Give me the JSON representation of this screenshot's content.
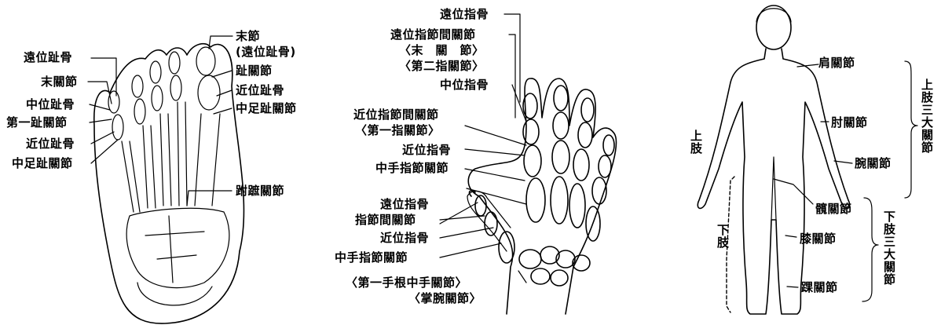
{
  "foot": {
    "labels": {
      "distal_phalanx": "遠位趾骨",
      "end_joint": "末關節",
      "middle_phalanx": "中位趾骨",
      "first_toe_joint": "第一趾關節",
      "proximal_phalanx": "近位趾骨",
      "mtp_joint_left": "中足趾關節",
      "end_segment": "末節",
      "end_segment_paren": "(遠位趾骨)",
      "toe_joint": "趾關節",
      "proximal_phalanx_right": "近位趾骨",
      "mtp_joint_right": "中足趾關節",
      "tmt_joint": "跗蹠關節"
    }
  },
  "hand": {
    "labels": {
      "distal_phalanx_top": "遠位指骨",
      "dip_joint": "遠位指節間關節",
      "dip_paren_1": "〈末　關　節〉",
      "dip_paren_2": "〈第二指關節〉",
      "middle_phalanx": "中位指骨",
      "pip_joint": "近位指節間關節",
      "pip_paren": "〈第一指關節〉",
      "proximal_phalanx": "近位指骨",
      "mcp_joint": "中手指節關節",
      "thumb_distal": "遠位指骨",
      "thumb_ip_joint": "指節間關節",
      "thumb_proximal": "近位指骨",
      "thumb_mcp_joint": "中手指節關節",
      "cmc_joint": "〈第一手根中手關節〉",
      "cmc_paren": "〈掌腕關節〉"
    }
  },
  "body": {
    "labels": {
      "shoulder": "肩關節",
      "elbow": "肘關節",
      "wrist": "腕關節",
      "hip": "髖關節",
      "knee": "膝關節",
      "ankle": "踝關節",
      "upper_limb": "上肢",
      "lower_limb": "下肢",
      "upper_three_joints": "上肢三大關節",
      "lower_three_joints": "下肢三大關節"
    }
  }
}
